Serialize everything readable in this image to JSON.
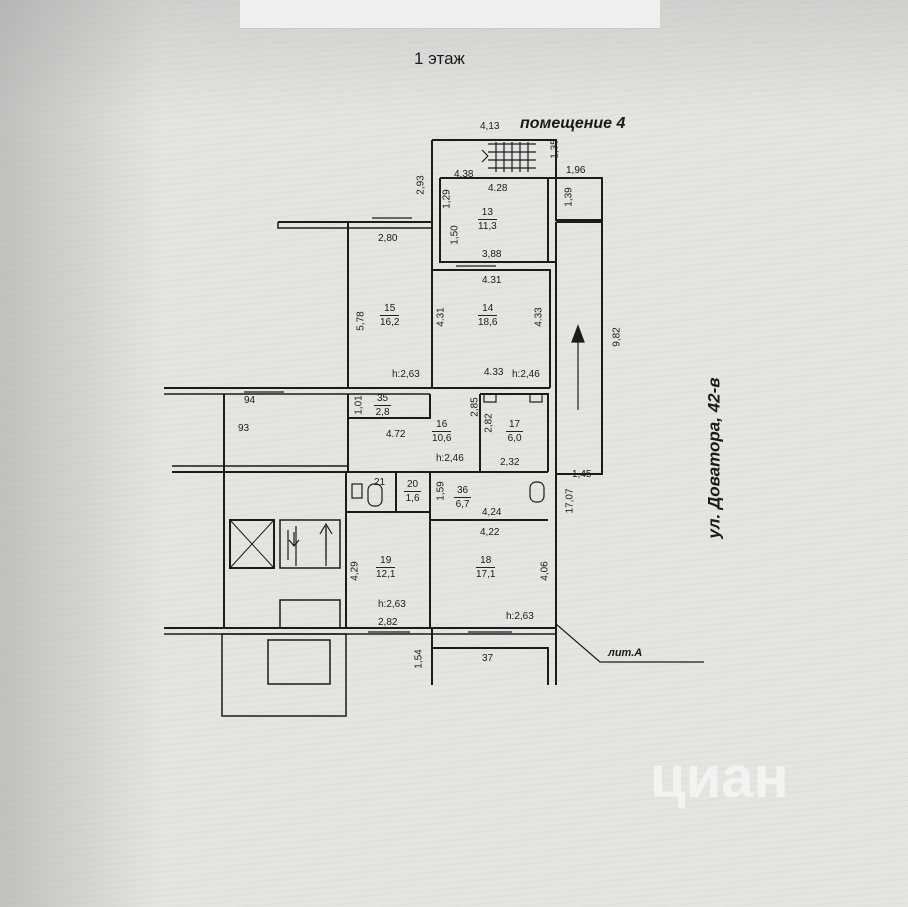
{
  "title": "1 этаж",
  "premises_label": "помещение 4",
  "street_label": "ул. Доватора, 42-в",
  "lit_label": "лит.А",
  "watermark": "циан",
  "rooms": [
    {
      "no": "13",
      "area": "11,3"
    },
    {
      "no": "14",
      "area": "18,6"
    },
    {
      "no": "15",
      "area": "16,2"
    },
    {
      "no": "16",
      "area": "10,6"
    },
    {
      "no": "17",
      "area": "6,0"
    },
    {
      "no": "18",
      "area": "17,1"
    },
    {
      "no": "19",
      "area": "12,1"
    },
    {
      "no": "20",
      "area": "1,6"
    },
    {
      "no": "21",
      "area": ""
    },
    {
      "no": "35",
      "area": "2,8"
    },
    {
      "no": "36",
      "area": "6,7"
    }
  ],
  "other_labels": [
    "94",
    "93",
    "37"
  ],
  "dimensions": {
    "d413": "4,13",
    "d135": "1,35",
    "d438": "4.38",
    "d428": "4.28",
    "d196": "1,96",
    "d293": "2,93",
    "d129": "1,29",
    "d139": "1,39",
    "d150": "1,50",
    "d280": "2,80",
    "d388": "3,88",
    "d431a": "4.31",
    "d578": "5,78",
    "d431b": "4.31",
    "d433a": "4.33",
    "d433b": "4.33",
    "d982": "9,82",
    "h263a": "h:2,63",
    "h246a": "h:2,46",
    "d101": "1,01",
    "d472": "4.72",
    "d285": "2,85",
    "d282a": "2,82",
    "h246b": "h:2,46",
    "d232": "2,32",
    "d145": "1,45",
    "d159": "1,59",
    "d424": "4,24",
    "d422": "4,22",
    "d1707": "17,07",
    "d429": "4,29",
    "d406": "4,06",
    "h263b": "h:2,63",
    "h263c": "h:2,63",
    "d282b": "2,82",
    "d154": "1,54"
  }
}
